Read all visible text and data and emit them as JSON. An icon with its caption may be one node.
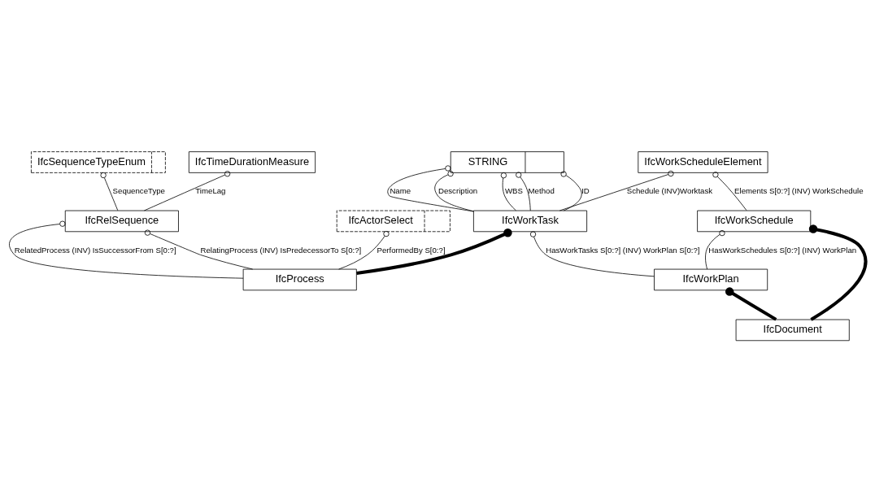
{
  "diagram": {
    "nodes": [
      {
        "text": [
          "IfcTimeDurationMeasure"
        ]
      },
      {
        "text": [
          "IfcRelSequence"
        ]
      },
      {
        "text": [
          "IfcSequenceTypeEnum"
        ]
      },
      {
        "text": [
          "IfcActorSelect"
        ]
      },
      {
        "text": [
          "IfcProcess"
        ]
      },
      {
        "text": [
          "IfcWorkScheduleElement"
        ]
      },
      {
        "text": [
          "IfcWorkTask"
        ]
      },
      {
        "text": [
          "STRING"
        ]
      },
      {
        "text": [
          "IfcWorkSchedule"
        ]
      },
      {
        "text": [
          "IfcWorkPlan"
        ]
      },
      {
        "text": [
          "IfcDocument"
        ]
      }
    ],
    "edges": [
      {
        "from": 1,
        "to": 0,
        "arrow": "other",
        "label": "TimeLag"
      },
      {
        "from": 1,
        "to": 2,
        "arrow": "other",
        "label": "SequenceType"
      },
      {
        "from": 4,
        "to": 1,
        "arrow": "other",
        "label": "RelatingProcess (INV) IsPredecessorTo S[0:?]"
      },
      {
        "from": 4,
        "to": 1,
        "arrow": "other",
        "label": "RelatedProcess (INV) IsSuccessorFrom S[0:?]"
      },
      {
        "from": 4,
        "to": 3,
        "arrow": "other",
        "label": "PerformedBy S[0:?]"
      },
      {
        "from": 4,
        "to": 6,
        "arrow": "other",
        "style": "thick"
      },
      {
        "from": 6,
        "to": 5,
        "arrow": "other",
        "label": "Schedule (INV)Worktask"
      },
      {
        "from": 6,
        "to": 7,
        "arrow": "other",
        "label": "ID"
      },
      {
        "from": 6,
        "to": 7,
        "arrow": "other",
        "label": "Name"
      },
      {
        "from": 6,
        "to": 7,
        "arrow": "other",
        "label": "Description"
      },
      {
        "from": 6,
        "to": 7,
        "arrow": "other",
        "label": "WBS"
      },
      {
        "from": 6,
        "to": 7,
        "arrow": "other",
        "label": "Method"
      },
      {
        "from": 9,
        "to": 6,
        "arrow": "other",
        "label": "HasWorkTasks S[0:?] (INV) WorkPlan S[0:?]"
      },
      {
        "from": 8,
        "to": 5,
        "arrow": "other",
        "label": "Elements S[0:?] (INV) WorkSchedule"
      },
      {
        "from": 9,
        "to": 8,
        "arrow": "other",
        "label": "HasWorkSchedules S[0:?] (INV) WorkPlan"
      },
      {
        "from": 10,
        "to": 8,
        "arrow": "other",
        "style": "thick"
      },
      {
        "from": 10,
        "to": 9,
        "arrow": "other",
        "style": "thick"
      }
    ]
  }
}
